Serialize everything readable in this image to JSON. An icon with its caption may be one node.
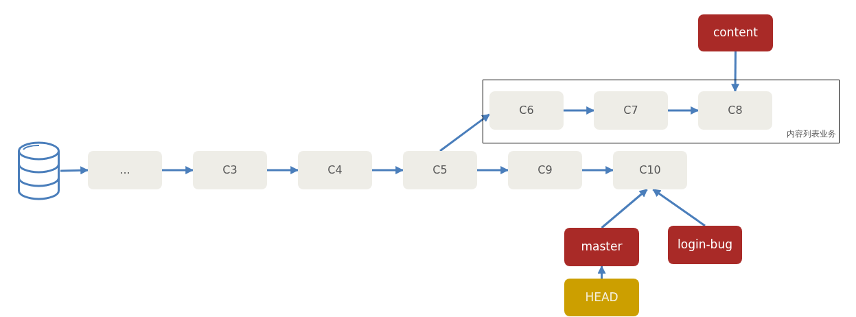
{
  "diagram": {
    "nodes": [
      {
        "text": [],
        "shape": "cylinder"
      },
      {
        "text": [
          "..."
        ]
      },
      {
        "text": [
          "C3"
        ]
      },
      {
        "text": [
          "C4"
        ]
      },
      {
        "text": [
          "C5"
        ]
      },
      {
        "text": [
          "内容列表业务"
        ]
      },
      {
        "text": [
          "C6"
        ],
        "in": 5
      },
      {
        "text": [
          "C7"
        ],
        "in": 5
      },
      {
        "text": [
          "C8"
        ],
        "in": 5
      },
      {
        "text": [
          "C9"
        ]
      },
      {
        "text": [
          "C10"
        ]
      },
      {
        "text": [
          "content"
        ]
      },
      {
        "text": [
          "master"
        ]
      },
      {
        "text": [
          "login-bug"
        ]
      },
      {
        "text": [
          "HEAD"
        ]
      }
    ],
    "edges": [
      {
        "from": 0,
        "to": 1,
        "arrow": "to"
      },
      {
        "from": 1,
        "to": 2,
        "arrow": "to"
      },
      {
        "from": 2,
        "to": 3,
        "arrow": "to"
      },
      {
        "from": 3,
        "to": 4,
        "arrow": "to"
      },
      {
        "from": 4,
        "to": 6,
        "arrow": "to"
      },
      {
        "from": 6,
        "to": 7,
        "arrow": "to"
      },
      {
        "from": 7,
        "to": 8,
        "arrow": "to"
      },
      {
        "from": 11,
        "to": 8,
        "arrow": "to"
      },
      {
        "from": 4,
        "to": 9,
        "arrow": "to"
      },
      {
        "from": 9,
        "to": 10,
        "arrow": "to"
      },
      {
        "from": 12,
        "to": 10,
        "arrow": "to"
      },
      {
        "from": 13,
        "to": 10,
        "arrow": "to"
      },
      {
        "from": 14,
        "to": 12,
        "arrow": "to"
      }
    ]
  }
}
